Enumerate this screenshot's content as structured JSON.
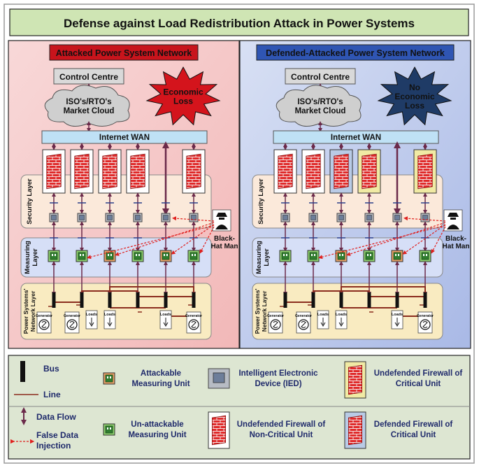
{
  "title": "Defense against Load Redistribution Attack in Power Systems",
  "panels": [
    {
      "heading": "Attacked Power System Network",
      "control_centre": "Control Centre",
      "cloud": [
        "ISO's/RTO's",
        "Market Cloud"
      ],
      "burst": [
        "Economic",
        "Loss"
      ],
      "wan": "Internet WAN",
      "security_layer": "Security Layer",
      "measuring_layer": [
        "Measuring",
        "Layer"
      ],
      "network_layer": [
        "Power Systems'",
        "Network Layer"
      ],
      "attacker": [
        "Black-",
        "Hat Man"
      ],
      "generator_label": "Generator",
      "loads_label": "Loads",
      "firewall_states": [
        "plain",
        "plain",
        "plain",
        "plain",
        "none",
        "plain"
      ],
      "measuring_states": [
        "green",
        "green",
        "orange",
        "green",
        "orange",
        "green"
      ]
    },
    {
      "heading": "Defended-Attacked Power System Network",
      "control_centre": "Control Centre",
      "cloud": [
        "ISO's/RTO's",
        "Market Cloud"
      ],
      "burst": [
        "No",
        "Economic",
        "Loss"
      ],
      "wan": "Internet WAN",
      "security_layer": "Security Layer",
      "measuring_layer": [
        "Measuring",
        "Layer"
      ],
      "network_layer": [
        "Power Systems'",
        "Network Layer"
      ],
      "attacker": [
        "Black-",
        "Hat Man"
      ],
      "generator_label": "Generator",
      "loads_label": "Loads",
      "firewall_states": [
        "plain",
        "plain",
        "blue",
        "yellow",
        "none",
        "yellow"
      ],
      "measuring_states": [
        "green",
        "green",
        "orange",
        "green",
        "orange",
        "green"
      ]
    }
  ],
  "legend": {
    "bus": "Bus",
    "line": "Line",
    "attackable": [
      "Attackable",
      "Measuring Unit"
    ],
    "ied": [
      "Intelligent Electronic",
      "Device (IED)"
    ],
    "undef_critical": [
      "Undefended Firewall of",
      "Critical Unit"
    ],
    "data_flow": "Data Flow",
    "false_data": [
      "False Data",
      "Injection"
    ],
    "unattackable": [
      "Un-attackable",
      "Measuring Unit"
    ],
    "undef_noncritical": [
      "Undefended Firewall of",
      "Non-Critical Unit"
    ],
    "def_critical": [
      "Defended Firewall of",
      "Critical Unit"
    ]
  },
  "colors": {
    "title_bg": "#cfe5b4",
    "left_panel": "#f6c9c9",
    "right_panel": "#bcc9ea",
    "left_heading": "#c8141c",
    "right_heading": "#2f55b3",
    "wan": "#bfe1f5",
    "security_layer": "#fbe9da",
    "measuring_layer": "#d6dff7",
    "network_layer": "#f9ebc1",
    "firewall_brick": "#e02a2a",
    "line_brown": "#8b2d1e",
    "arrow_purple": "#6b2a4a",
    "false_data": "#e0201e",
    "legend_bg": "#dde6d2",
    "burst": "#d4141c",
    "burst_dark": "#1f3b66"
  }
}
